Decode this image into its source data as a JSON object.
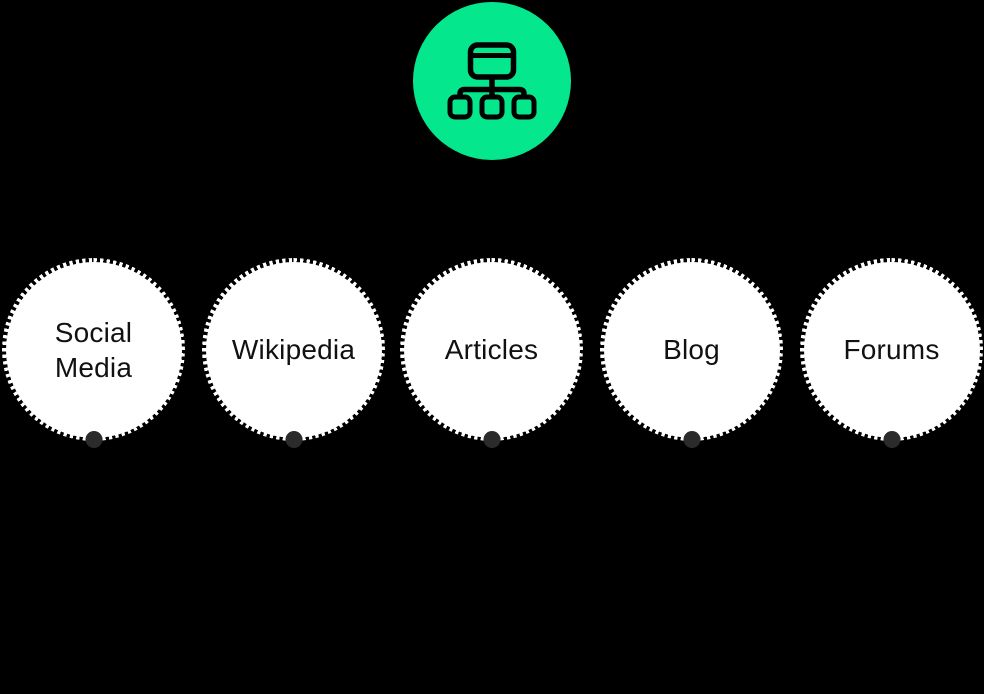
{
  "diagram": {
    "type": "sitemap-mindmap",
    "root": {
      "icon": "sitemap-icon",
      "fill_color": "#05E78C",
      "icon_color": "#000000"
    },
    "nodes": [
      {
        "label": "Social Media"
      },
      {
        "label": "Wikipedia"
      },
      {
        "label": "Articles"
      },
      {
        "label": "Blog"
      },
      {
        "label": "Forums"
      }
    ]
  },
  "colors": {
    "background": "#000000",
    "root_fill": "#05E78C",
    "node_fill": "#ffffff",
    "node_text": "#111111",
    "connector_dot": "#2b2b2b",
    "icon_stroke": "#000000"
  }
}
